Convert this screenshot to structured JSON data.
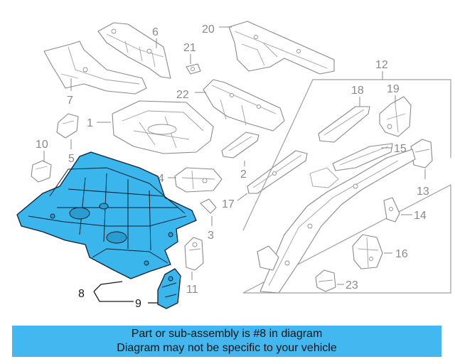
{
  "diagram": {
    "callouts": {
      "n1": "1",
      "n2": "2",
      "n3": "3",
      "n4": "4",
      "n5": "5",
      "n6": "6",
      "n7": "7",
      "n8": "8",
      "n9": "9",
      "n10": "10",
      "n11": "11",
      "n12": "12",
      "n13": "13",
      "n14": "14",
      "n15": "15",
      "n16": "16",
      "n17": "17",
      "n18": "18",
      "n19": "19",
      "n20": "20",
      "n21": "21",
      "n22": "22",
      "n23": "23"
    },
    "highlighted_part": "8",
    "highlight_color": "#3ab6ec",
    "line_color": "#8a8a8a"
  },
  "banner": {
    "line1": "Part or sub-assembly is #8 in diagram",
    "line2": "Diagram may not be specific to your vehicle",
    "background": "#43b8f0"
  }
}
